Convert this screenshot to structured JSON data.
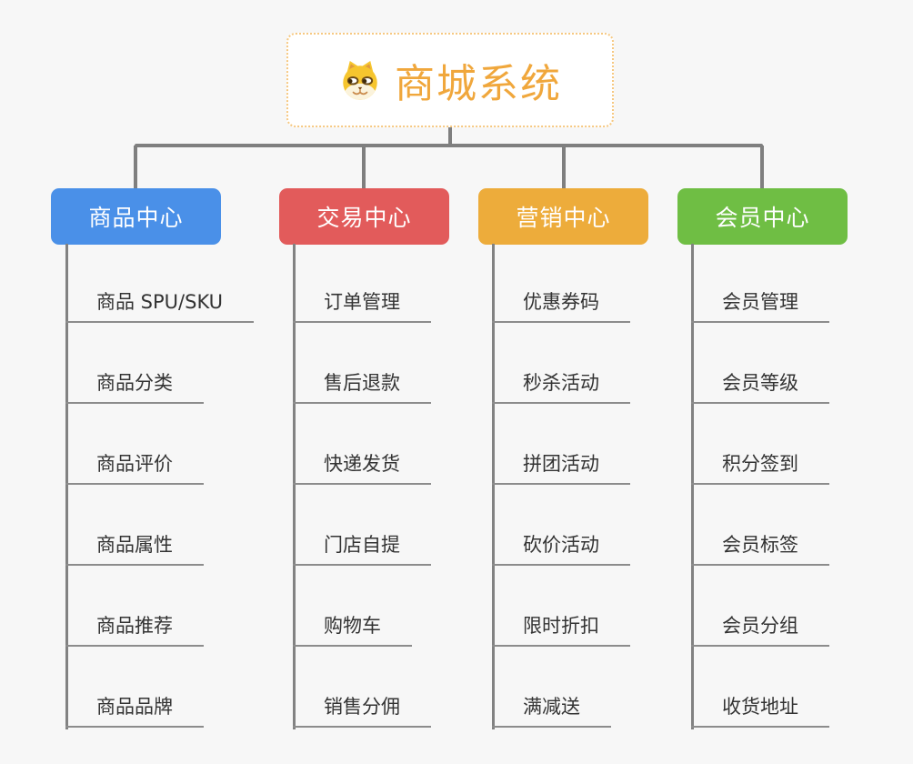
{
  "background_color": "#f7f7f7",
  "connector_color": "#7f7f7f",
  "root": {
    "title": "商城系统",
    "icon": "dog-face-icon",
    "text_color": "#f0a73c",
    "border_color": "#f6c881",
    "fill_color": "#ffffff"
  },
  "branches": [
    {
      "label": "商品中心",
      "color": "#4a90e8",
      "items": [
        "商品 SPU/SKU",
        "商品分类",
        "商品评价",
        "商品属性",
        "商品推荐",
        "商品品牌"
      ]
    },
    {
      "label": "交易中心",
      "color": "#e25b5b",
      "items": [
        "订单管理",
        "售后退款",
        "快递发货",
        "门店自提",
        "购物车",
        "销售分佣"
      ]
    },
    {
      "label": "营销中心",
      "color": "#edac3b",
      "items": [
        "优惠券码",
        "秒杀活动",
        "拼团活动",
        "砍价活动",
        "限时折扣",
        "满减送"
      ]
    },
    {
      "label": "会员中心",
      "color": "#6fbe44",
      "items": [
        "会员管理",
        "会员等级",
        "积分签到",
        "会员标签",
        "会员分组",
        "收货地址"
      ]
    }
  ]
}
